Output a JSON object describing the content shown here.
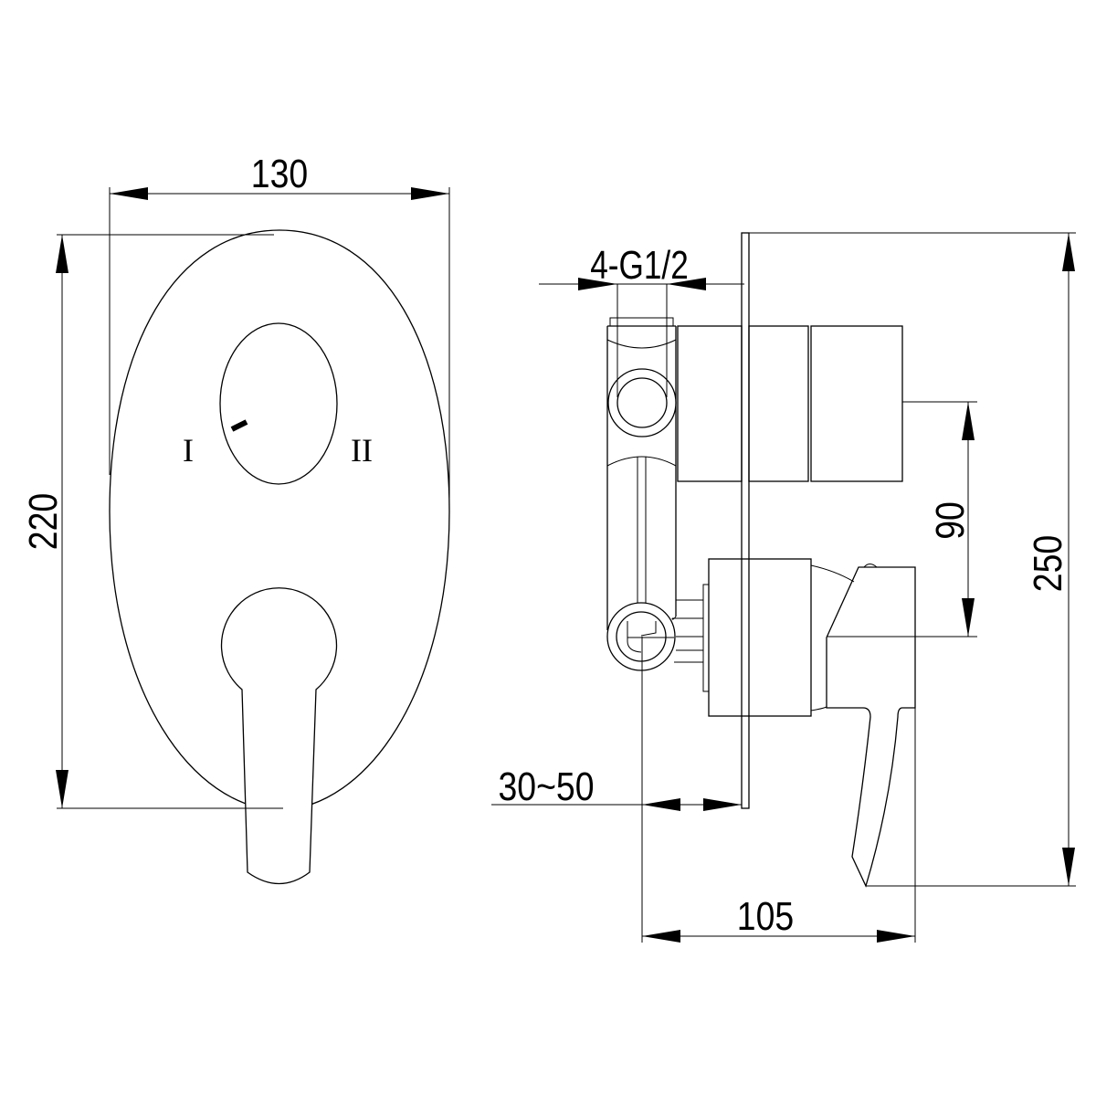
{
  "front_view": {
    "width_dimension": "130",
    "height_dimension": "220",
    "position_labels": [
      "I",
      "II"
    ]
  },
  "side_view": {
    "thread_label": "4-G1/2",
    "handle_offset_dimension": "90",
    "total_height_dimension": "250",
    "wall_depth_dimension": "30~50",
    "depth_dimension": "105"
  }
}
